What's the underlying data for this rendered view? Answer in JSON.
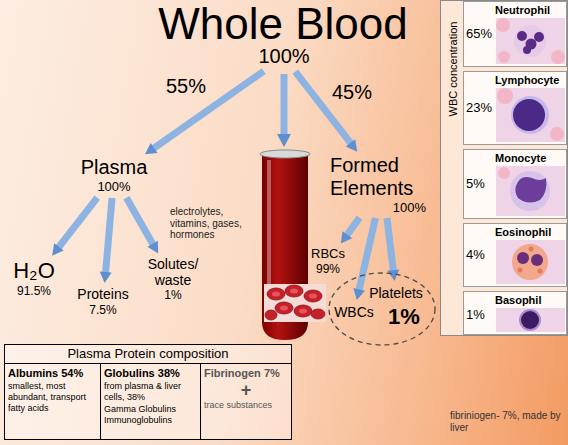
{
  "diagram": {
    "title": "Whole Blood",
    "nodes": [
      {
        "text": [
          "100%"
        ]
      },
      {
        "text": [
          "Plasma",
          "100%"
        ]
      },
      {
        "text": [
          "Formed Elements",
          "100%"
        ]
      },
      {
        "text": [
          "H₂O",
          "91.5%"
        ]
      },
      {
        "text": [
          "Proteins",
          "7.5%"
        ]
      },
      {
        "text": [
          "Solutes/ waste",
          "1%"
        ]
      },
      {
        "text": [
          "RBCs",
          "99%"
        ]
      },
      {
        "text": [
          "1%"
        ]
      },
      {
        "text": [
          "WBCs"
        ],
        "in": 7
      },
      {
        "text": [
          "Platelets"
        ],
        "in": 7
      },
      {
        "text": [
          "WBC concentration"
        ]
      },
      {
        "text": [
          "Neutrophil",
          "65%"
        ],
        "in": 10
      },
      {
        "text": [
          "Lymphocyte",
          "23%"
        ],
        "in": 10
      },
      {
        "text": [
          "Monocyte",
          "5%"
        ],
        "in": 10
      },
      {
        "text": [
          "Eosinophil",
          "4%"
        ],
        "in": 10
      },
      {
        "text": [
          "Basophil",
          "1%"
        ],
        "in": 10
      },
      {
        "text": [
          "Plasma Protein composition"
        ]
      },
      {
        "text": [
          "Albumins 54%",
          "smallest, most abundant, transport fatty acids"
        ],
        "in": 16
      },
      {
        "text": [
          "Globulins 38%",
          "from plasma & liver cells, 38%",
          "Gamma Globulins Immunoglobulins"
        ],
        "in": 16
      },
      {
        "text": [
          "Fibrinogen 7%",
          "+",
          "trace substances"
        ],
        "in": 16
      }
    ],
    "edges": [
      {
        "from": 0,
        "to": 1,
        "label": "55%",
        "arrow": "to"
      },
      {
        "from": 0,
        "to": 2,
        "label": "45%",
        "arrow": "to"
      },
      {
        "from": 1,
        "to": 3,
        "arrow": "to"
      },
      {
        "from": 1,
        "to": 4,
        "arrow": "to"
      },
      {
        "from": 1,
        "to": 5,
        "arrow": "to"
      },
      {
        "from": 2,
        "to": 6,
        "arrow": "to"
      },
      {
        "from": 2,
        "to": 8,
        "arrow": "to"
      },
      {
        "from": 2,
        "to": 9,
        "arrow": "to"
      }
    ],
    "labels": [
      "electrolytes, vitamins, gases, hormones",
      "fibriniogen- 7%, made by liver"
    ]
  }
}
